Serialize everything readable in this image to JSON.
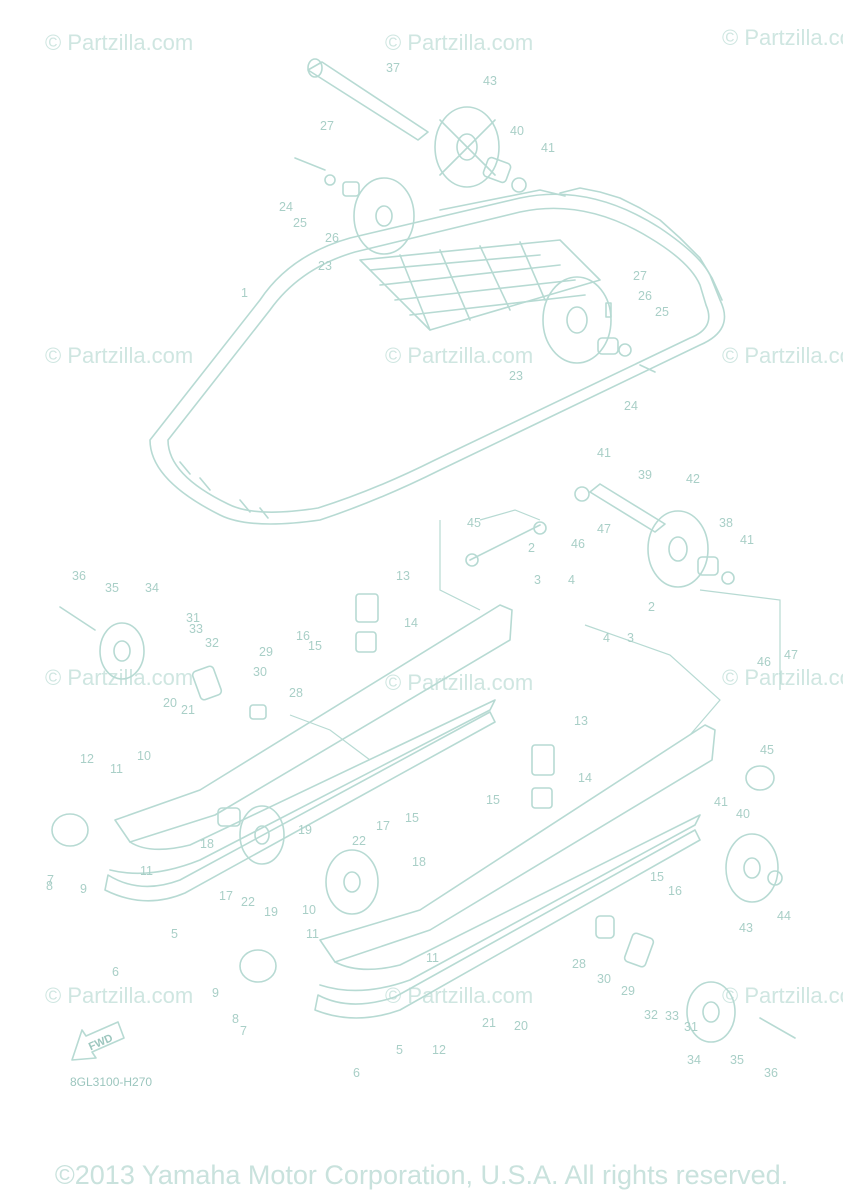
{
  "watermarks": [
    "© Partzilla.com"
  ],
  "diagram_code": "8GL3100-H270",
  "fwd_label": "FWD",
  "copyright": "©2013 Yamaha Motor Corporation, U.S.A. All rights reserved.",
  "callouts": [
    "1",
    "2",
    "2",
    "3",
    "3",
    "4",
    "4",
    "5",
    "5",
    "6",
    "6",
    "7",
    "7",
    "8",
    "8",
    "9",
    "9",
    "10",
    "10",
    "11",
    "11",
    "11",
    "11",
    "12",
    "12",
    "13",
    "13",
    "14",
    "14",
    "15",
    "15",
    "15",
    "15",
    "16",
    "16",
    "17",
    "17",
    "18",
    "18",
    "19",
    "19",
    "20",
    "20",
    "21",
    "21",
    "22",
    "22",
    "23",
    "23",
    "24",
    "24",
    "25",
    "25",
    "26",
    "26",
    "27",
    "27",
    "28",
    "28",
    "29",
    "29",
    "30",
    "30",
    "31",
    "31",
    "32",
    "32",
    "33",
    "33",
    "34",
    "34",
    "35",
    "35",
    "36",
    "36",
    "37",
    "38",
    "39",
    "40",
    "40",
    "41",
    "41",
    "41",
    "41",
    "42",
    "43",
    "43",
    "44",
    "45",
    "45",
    "46",
    "46",
    "47",
    "47"
  ],
  "colors": {
    "line": "#b7dad3",
    "text": "#a9cfc7",
    "watermark": "#cfe6e1"
  }
}
